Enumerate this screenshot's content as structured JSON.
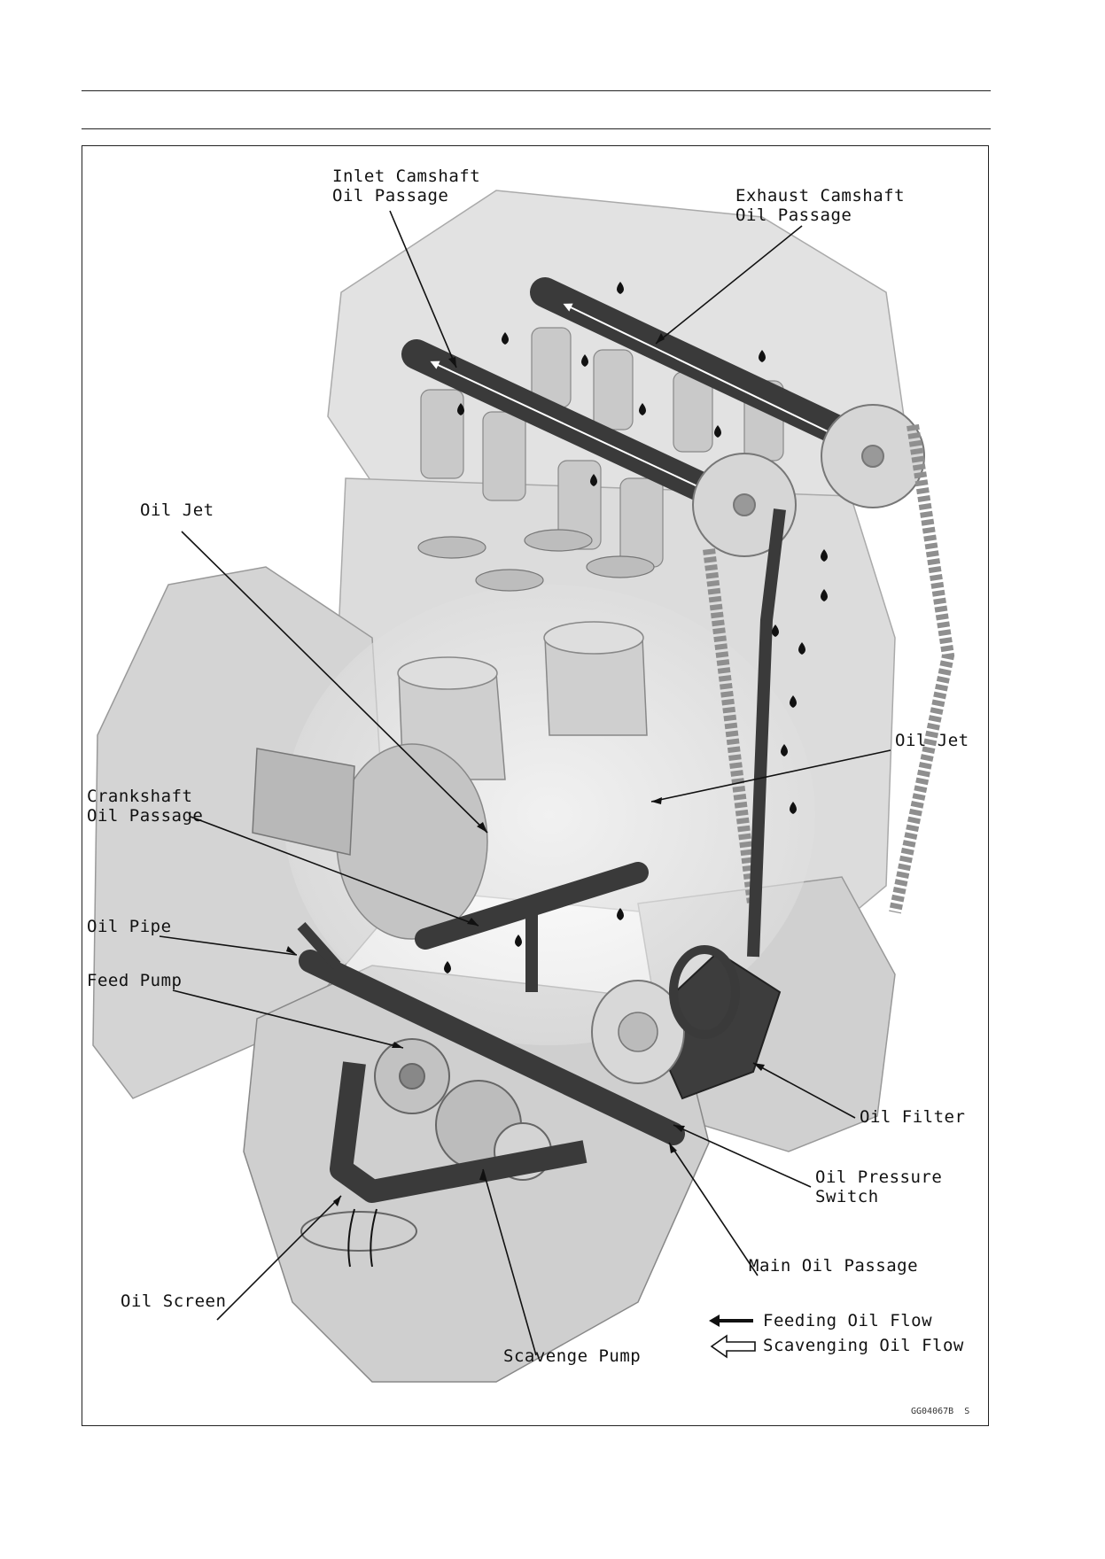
{
  "labels": {
    "inlet_cam": [
      "Inlet Camshaft",
      "Oil Passage"
    ],
    "exhaust_cam": [
      "Exhaust Camshaft",
      "Oil Passage"
    ],
    "oil_jet_top": "Oil Jet",
    "oil_jet_right": "Oil Jet",
    "crankshaft": [
      "Crankshaft",
      "Oil Passage"
    ],
    "oil_pipe": "Oil Pipe",
    "feed_pump": "Feed Pump",
    "oil_filter": "Oil Filter",
    "oil_pressure_switch": [
      "Oil Pressure",
      "Switch"
    ],
    "main_oil_passage": "Main Oil Passage",
    "oil_screen": "Oil Screen",
    "scavenge_pump": "Scavenge Pump"
  },
  "legend": {
    "feeding": "Feeding Oil Flow",
    "scavenging": "Scavenging Oil Flow"
  },
  "figure_code": "GG04067B  S",
  "colors": {
    "engine_light": "#e4e4e4",
    "engine_mid": "#c8c8c8",
    "engine_dark": "#8a8a8a",
    "passage": "#3a3a3a",
    "line": "#111111"
  }
}
